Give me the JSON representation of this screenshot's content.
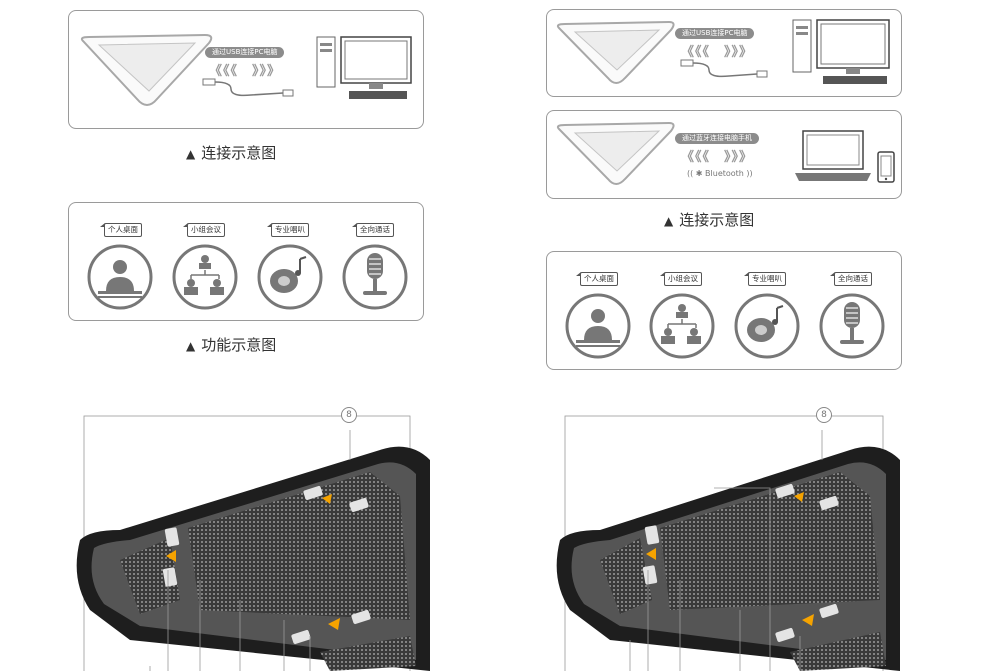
{
  "left": {
    "usb_badge": "通过USB连接PC电脑",
    "connect_caption": "连接示意图",
    "functions": [
      "个人桌面",
      "小组会议",
      "专业唱叭",
      "全向通话"
    ],
    "function_caption": "功能示意图"
  },
  "right": {
    "usb_badge": "通过USB连接PC电脑",
    "bt_badge": "通过蓝牙连接电脑手机",
    "bt_text": "Bluetooth",
    "connect_caption": "连接示意图",
    "functions": [
      "个人桌面",
      "小组会议",
      "专业唱叭",
      "全向通话"
    ]
  },
  "callouts": {
    "left_top": "8",
    "right_top": "8"
  },
  "glyphs": {
    "caption_marker": "▲",
    "arrows_left": "《《《",
    "arrows_right": "》》》"
  }
}
